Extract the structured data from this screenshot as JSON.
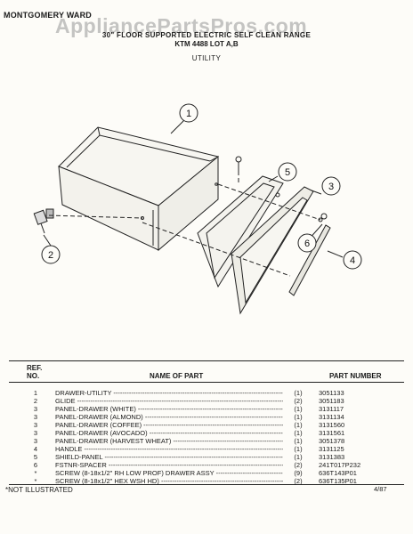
{
  "header": {
    "brand": "MONTGOMERY WARD",
    "watermark": "AppliancePartsPros.com",
    "title": "30\" FLOOR SUPPORTED ELECTRIC SELF CLEAN RANGE",
    "model": "KTM 4488 LOT A,B",
    "section": "UTILITY"
  },
  "diagram": {
    "callouts": [
      "1",
      "2",
      "3",
      "4",
      "5",
      "6"
    ]
  },
  "table": {
    "headers": {
      "ref": "REF.",
      "no": "NO.",
      "name": "NAME OF PART",
      "part": "PART NUMBER"
    },
    "rows": [
      {
        "ref": "1",
        "name": "DRAWER-UTILITY",
        "qty": "(1)",
        "part": "3051133"
      },
      {
        "ref": "2",
        "name": "GLIDE",
        "qty": "(2)",
        "part": "3051183"
      },
      {
        "ref": "3",
        "name": "PANEL-DRAWER (WHITE)",
        "qty": "(1)",
        "part": "3131117"
      },
      {
        "ref": "3",
        "name": "PANEL-DRAWER (ALMOND)",
        "qty": "(1)",
        "part": "3131134"
      },
      {
        "ref": "3",
        "name": "PANEL-DRAWER (COFFEE)",
        "qty": "(1)",
        "part": "3131560"
      },
      {
        "ref": "3",
        "name": "PANEL-DRAWER (AVOCADO)",
        "qty": "(1)",
        "part": "3131561"
      },
      {
        "ref": "3",
        "name": "PANEL-DRAWER (HARVEST WHEAT)",
        "qty": "(1)",
        "part": "3051378"
      },
      {
        "ref": "4",
        "name": "HANDLE",
        "qty": "(1)",
        "part": "3131125"
      },
      {
        "ref": "5",
        "name": "SHIELD-PANEL",
        "qty": "(1)",
        "part": "3131383"
      },
      {
        "ref": "6",
        "name": "FSTNR-SPACER",
        "qty": "(2)",
        "part": "241T017P232"
      },
      {
        "ref": "*",
        "name": "SCREW (8-18x1/2\" RH LOW PROF) DRAWER ASSY",
        "qty": "(9)",
        "part": "636T143P01"
      },
      {
        "ref": "*",
        "name": "SCREW (8-18x1/2\" HEX WSH HD)",
        "qty": "(2)",
        "part": "636T135P01"
      }
    ]
  },
  "footer": {
    "note": "*NOT ILLUSTRATED",
    "date": "4/87"
  }
}
